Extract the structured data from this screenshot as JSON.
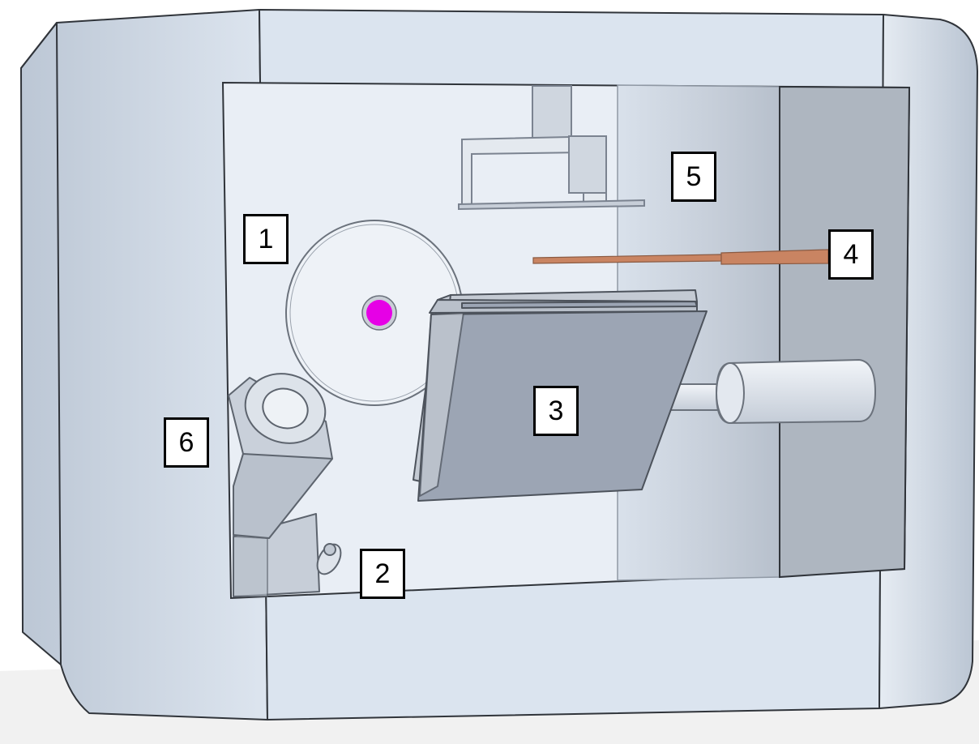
{
  "labels": [
    "1",
    "2",
    "3",
    "4",
    "5",
    "6"
  ],
  "colors": {
    "housing": "#dbe4ef",
    "housing_side": "#c9d4e2",
    "chamber": "#e9eef5",
    "chamber_right": "#aeb6c0",
    "plate": "#9ca5b4",
    "plate_edge": "#c4cad3",
    "target": "#e600e6",
    "wire": "#c98462",
    "outline": "#30343a"
  },
  "icons": [
    "rotating-disk",
    "target-dot",
    "plate-stack",
    "cylinder-actuator",
    "holder-frame",
    "wire-probe",
    "detector-head"
  ]
}
